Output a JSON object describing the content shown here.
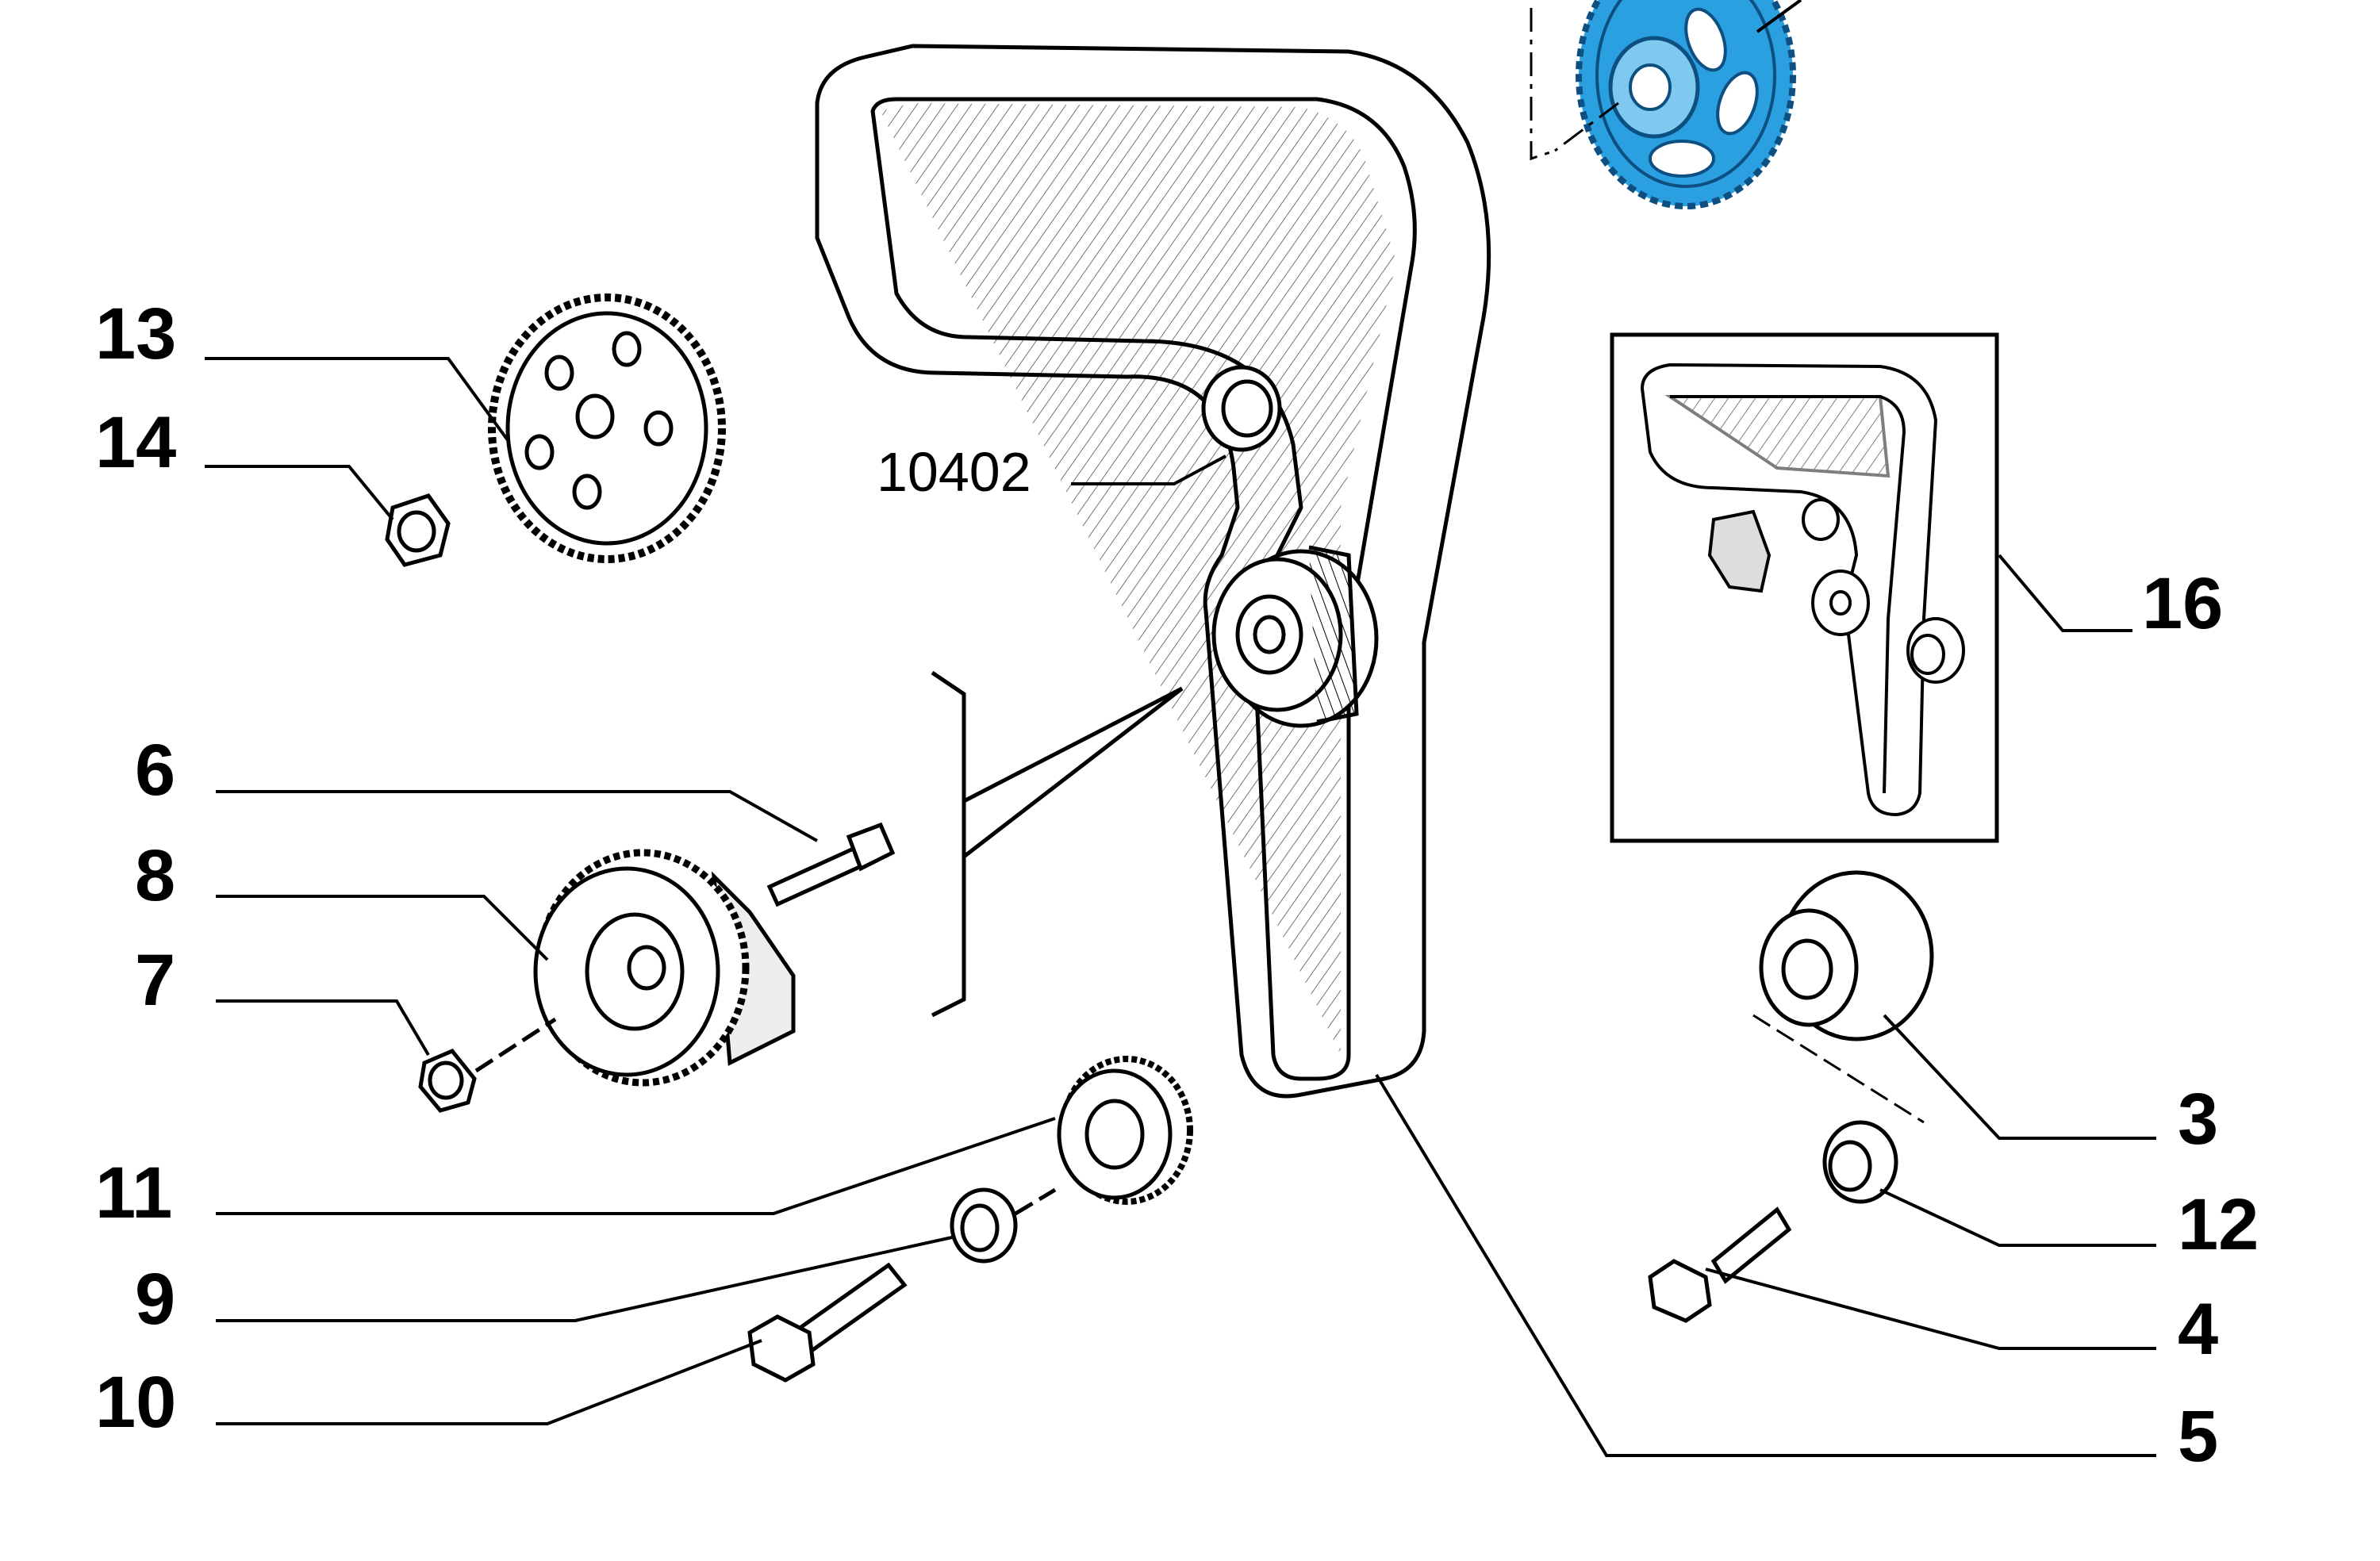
{
  "diagram": {
    "part_code": "10402",
    "callouts": {
      "c3": "3",
      "c4": "4",
      "c5": "5",
      "c6": "6",
      "c7": "7",
      "c8": "8",
      "c9": "9",
      "c10": "10",
      "c11": "11",
      "c12": "12",
      "c13": "13",
      "c14": "14",
      "c16": "16"
    },
    "highlight_color": "#2aa0e0",
    "line_color": "#000000",
    "background": "#ffffff"
  }
}
